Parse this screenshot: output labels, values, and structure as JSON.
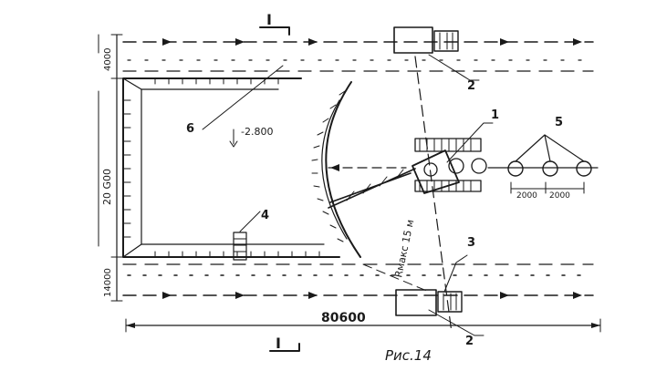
{
  "labels": {
    "section_top": "I",
    "section_bottom": "I",
    "callout_1": "1",
    "callout_2_top": "2",
    "callout_2_bottom": "2",
    "callout_3": "3",
    "callout_4": "4",
    "callout_5": "5",
    "callout_6": "6",
    "elevation": "-2.800",
    "dim_width_top": "4000",
    "dim_pit_width": "20 G00",
    "dim_width_bottom": "14000",
    "dim_length": "80600",
    "dim_spacing_1": "2000",
    "dim_spacing_2": "2000",
    "radius": "Rмакс 15 м",
    "figure_caption": "Рис.14"
  },
  "icons": [
    "dump-truck-icon",
    "excavator-icon",
    "crane-arm-icon"
  ],
  "colors": {
    "ink": "#1a1a1a",
    "paper": "#ffffff"
  }
}
